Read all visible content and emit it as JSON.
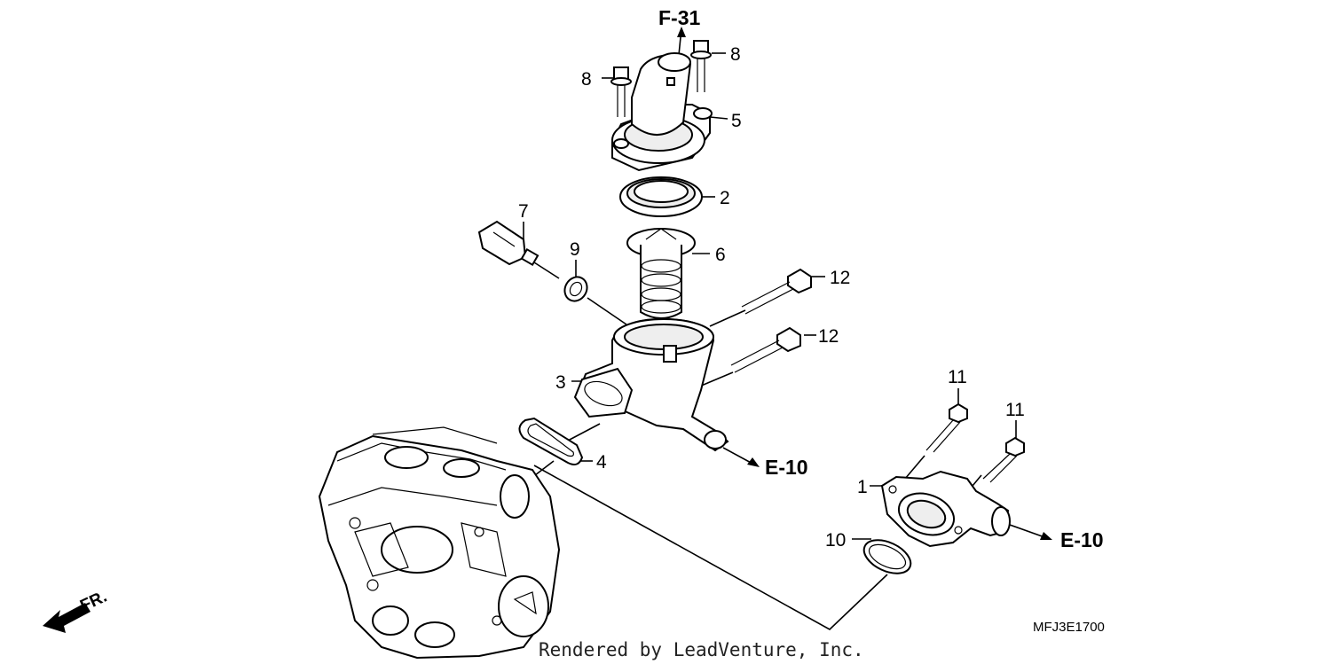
{
  "diagram": {
    "labels": {
      "p1": "1",
      "p2": "2",
      "p3": "3",
      "p4": "4",
      "p5": "5",
      "p6": "6",
      "p7": "7",
      "p8a": "8",
      "p8b": "8",
      "p9": "9",
      "p10": "10",
      "p11a": "11",
      "p11b": "11",
      "p12a": "12",
      "p12b": "12"
    },
    "refs": {
      "top": "F-31",
      "right_mid": "E-10",
      "right_low": "E-10"
    },
    "direction": "FR.",
    "diagram_code": "MFJ3E1700",
    "credit": "Rendered by LeadVenture, Inc."
  }
}
